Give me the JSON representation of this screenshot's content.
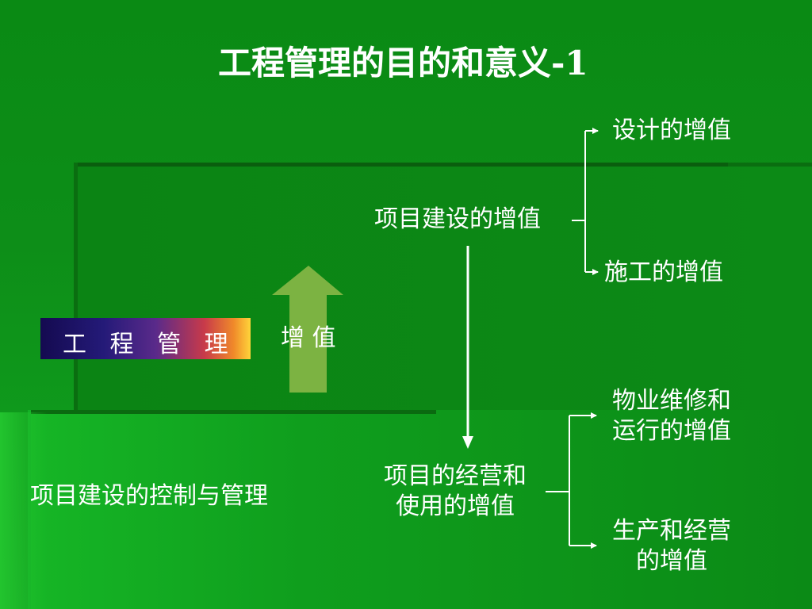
{
  "slide": {
    "title": "工程管理的目的和意义-1"
  },
  "left": {
    "gm_box": "工 程 管 理",
    "arrow_label": "增 值",
    "control_label": "项目建设的控制与管理"
  },
  "center": {
    "construction_value": "项目建设的增值",
    "operation_value_line1": "项目的经营和",
    "operation_value_line2": "使用的增值"
  },
  "right": {
    "design_value": "设计的增值",
    "build_value": "施工的增值",
    "maintenance_value_line1": "物业维修和",
    "maintenance_value_line2": "运行的增值",
    "production_value_line1": "生产和经营",
    "production_value_line2": "的增值"
  },
  "colors": {
    "background": "#0d8e18",
    "up_arrow": "#7cb342",
    "connector": "#ffffff",
    "gm_gradient_start": "#140a50",
    "gm_gradient_end": "#ffd43a"
  }
}
